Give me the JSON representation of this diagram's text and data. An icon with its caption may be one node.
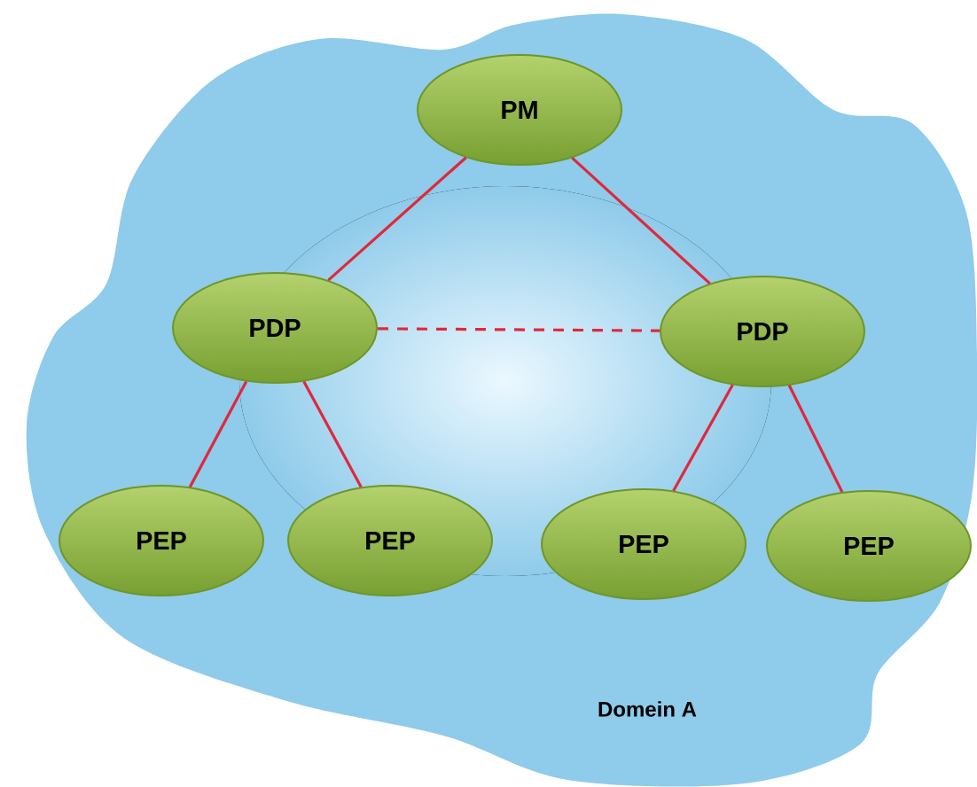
{
  "diagram": {
    "nodes": [
      {
        "text": [
          "Domein A"
        ]
      },
      {
        "text": [
          "PM"
        ],
        "in": 0
      },
      {
        "text": [
          "PDP"
        ],
        "in": 0
      },
      {
        "text": [
          "PDP"
        ],
        "in": 0
      },
      {
        "text": [
          "PEP"
        ],
        "in": 0
      },
      {
        "text": [
          "PEP"
        ],
        "in": 0
      },
      {
        "text": [
          "PEP"
        ],
        "in": 0
      },
      {
        "text": [
          "PEP"
        ],
        "in": 0
      }
    ],
    "edges": [
      {
        "from": 1,
        "to": 2,
        "arrow": "none"
      },
      {
        "from": 1,
        "to": 3,
        "arrow": "none"
      },
      {
        "from": 2,
        "to": 3,
        "arrow": "none",
        "style": "dashed"
      },
      {
        "from": 2,
        "to": 4,
        "arrow": "none"
      },
      {
        "from": 2,
        "to": 5,
        "arrow": "none"
      },
      {
        "from": 3,
        "to": 6,
        "arrow": "none"
      },
      {
        "from": 3,
        "to": 7,
        "arrow": "none"
      }
    ]
  }
}
